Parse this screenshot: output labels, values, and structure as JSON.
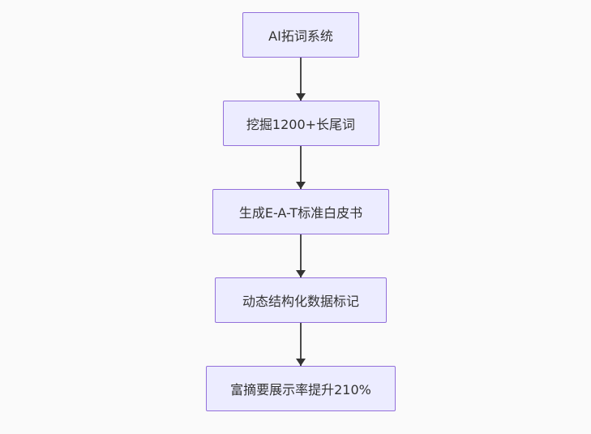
{
  "flowchart": {
    "direction": "top-down",
    "background_color": "#fafafa",
    "node_fill_color": "#ECECFF",
    "node_border_color": "#9370DB",
    "node_text_color": "#333333",
    "arrow_color": "#333333",
    "nodes": [
      {
        "id": "node-1",
        "label": "AI拓词系统"
      },
      {
        "id": "node-2",
        "label": "挖掘1200+长尾词"
      },
      {
        "id": "node-3",
        "label": "生成E-A-T标准白皮书"
      },
      {
        "id": "node-4",
        "label": "动态结构化数据标记"
      },
      {
        "id": "node-5",
        "label": "富摘要展示率提升210%"
      }
    ],
    "edges": [
      {
        "from": "node-1",
        "to": "node-2"
      },
      {
        "from": "node-2",
        "to": "node-3"
      },
      {
        "from": "node-3",
        "to": "node-4"
      },
      {
        "from": "node-4",
        "to": "node-5"
      }
    ]
  }
}
